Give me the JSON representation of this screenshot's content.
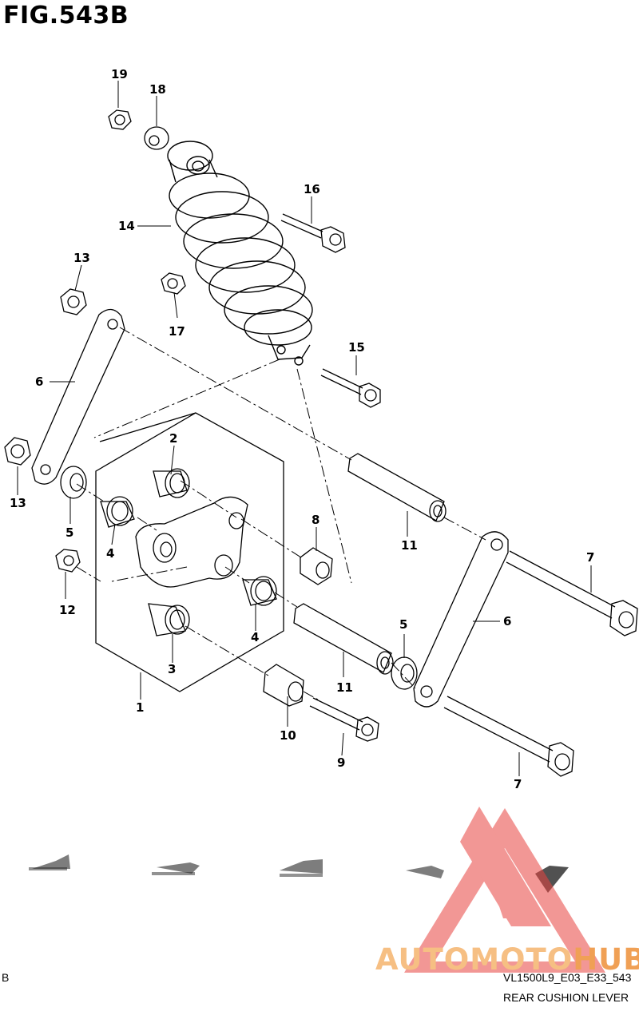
{
  "figure": {
    "title": "FIG.543B"
  },
  "callouts": [
    {
      "id": "19",
      "text": "19"
    },
    {
      "id": "18",
      "text": "18"
    },
    {
      "id": "16",
      "text": "16"
    },
    {
      "id": "14",
      "text": "14"
    },
    {
      "id": "13a",
      "text": "13"
    },
    {
      "id": "17",
      "text": "17"
    },
    {
      "id": "15",
      "text": "15"
    },
    {
      "id": "6a",
      "text": "6"
    },
    {
      "id": "2",
      "text": "2"
    },
    {
      "id": "13b",
      "text": "13"
    },
    {
      "id": "8",
      "text": "8"
    },
    {
      "id": "11a",
      "text": "11"
    },
    {
      "id": "5a",
      "text": "5"
    },
    {
      "id": "4a",
      "text": "4"
    },
    {
      "id": "7a",
      "text": "7"
    },
    {
      "id": "12",
      "text": "12"
    },
    {
      "id": "6b",
      "text": "6"
    },
    {
      "id": "5b",
      "text": "5"
    },
    {
      "id": "4b",
      "text": "4"
    },
    {
      "id": "3",
      "text": "3"
    },
    {
      "id": "11b",
      "text": "11"
    },
    {
      "id": "1",
      "text": "1"
    },
    {
      "id": "10",
      "text": "10"
    },
    {
      "id": "9",
      "text": "9"
    },
    {
      "id": "7b",
      "text": "7"
    }
  ],
  "footer": {
    "left_mark": "B",
    "code": "VL1500L9_E03_E33_543",
    "caption": "REAR CUSHION LEVER"
  },
  "watermark": {
    "text_part1": "AUTOMOTO",
    "text_part2": "HUB",
    "triangle_color": "#e8433f",
    "text_color": "#f6bf83"
  }
}
